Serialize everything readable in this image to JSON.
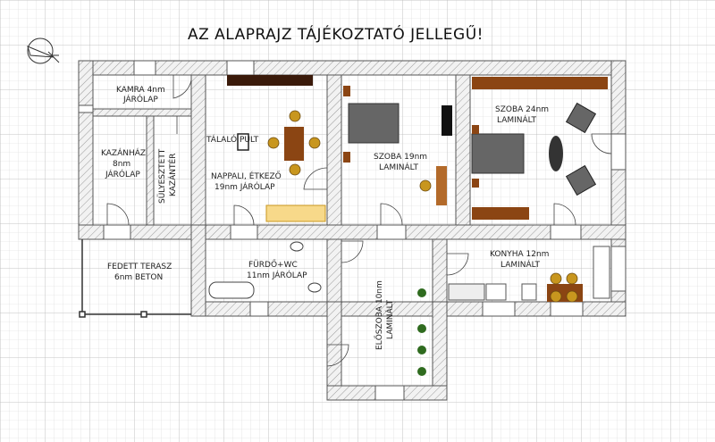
{
  "title": "AZ ALAPRAJZ TÁJÉKOZTATÓ JELLEGŰ!",
  "compass": {
    "icon": "compass-north-arrow-icon"
  },
  "rooms": {
    "kamra": {
      "name": "KAMRA 4nm",
      "floor": "JÁRÓLAP"
    },
    "kazanhaz": {
      "name": "KAZÁNHÁZ",
      "area": "8nm",
      "floor": "JÁRÓLAP"
    },
    "sulyesztett": {
      "line1": "SÜLYESZTETT",
      "line2": "KAZÁNTÉR"
    },
    "nappali": {
      "name": "NAPPALI, ÉTKEZŐ",
      "sub": "19nm JÁRÓLAP",
      "counter": "TÁLALÓ PULT"
    },
    "szoba19": {
      "name": "SZOBA 19nm",
      "floor": "LAMINÁLT"
    },
    "szoba24": {
      "name": "SZOBA 24nm",
      "floor": "LAMINÁLT"
    },
    "terasz": {
      "name": "FEDETT TERASZ",
      "sub": "6nm BETON"
    },
    "furdo": {
      "name": "FÜRDŐ+WC",
      "sub": "11nm JÁRÓLAP"
    },
    "eloszoba": {
      "name": "ELŐSZOBA 10nm",
      "floor": "LAMINÁLT"
    },
    "konyha": {
      "name": "KONYHA 12nm",
      "floor": "LAMINÁLT"
    }
  },
  "colors": {
    "grid_minor": "#d7d7d7",
    "grid_major": "#b9b9b9",
    "wall": "#ececec",
    "wall_stroke": "#555555",
    "furniture_brown": "#8b4513",
    "bed_gray": "#666666",
    "chair_gold": "#c8961e",
    "plant_green": "#2f6b1f"
  }
}
